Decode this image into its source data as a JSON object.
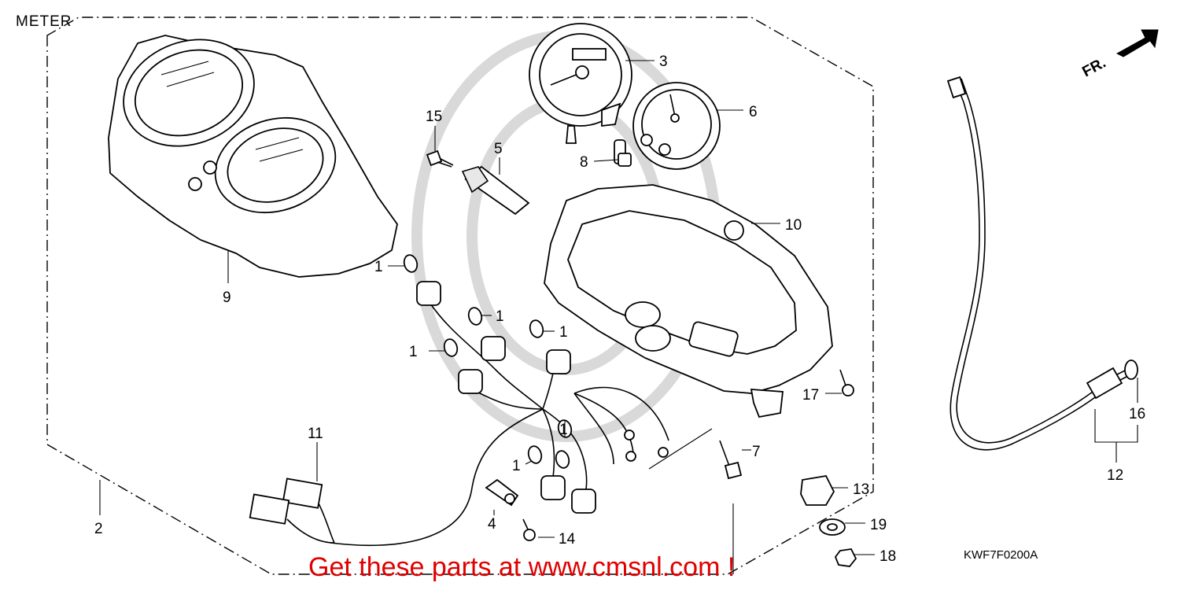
{
  "diagram": {
    "title": "METER",
    "code": "KWF7F0200A",
    "promo": "Get these parts at www.cmsnl.com !",
    "direction_label": "FR.",
    "callouts": [
      {
        "id": "c9",
        "text": "9"
      },
      {
        "id": "c2",
        "text": "2"
      },
      {
        "id": "c3",
        "text": "3"
      },
      {
        "id": "c6",
        "text": "6"
      },
      {
        "id": "c15",
        "text": "15"
      },
      {
        "id": "c5",
        "text": "5"
      },
      {
        "id": "c8",
        "text": "8"
      },
      {
        "id": "c10",
        "text": "10"
      },
      {
        "id": "c1a",
        "text": "1"
      },
      {
        "id": "c1b",
        "text": "1"
      },
      {
        "id": "c1c",
        "text": "1"
      },
      {
        "id": "c1d",
        "text": "1"
      },
      {
        "id": "c1e",
        "text": "1"
      },
      {
        "id": "c1f",
        "text": "1"
      },
      {
        "id": "c11",
        "text": "11"
      },
      {
        "id": "c4",
        "text": "4"
      },
      {
        "id": "c14",
        "text": "14"
      },
      {
        "id": "c7",
        "text": "7"
      },
      {
        "id": "c17",
        "text": "17"
      },
      {
        "id": "c13",
        "text": "13"
      },
      {
        "id": "c19",
        "text": "19"
      },
      {
        "id": "c18",
        "text": "18"
      },
      {
        "id": "c16",
        "text": "16"
      },
      {
        "id": "c12",
        "text": "12"
      }
    ]
  }
}
